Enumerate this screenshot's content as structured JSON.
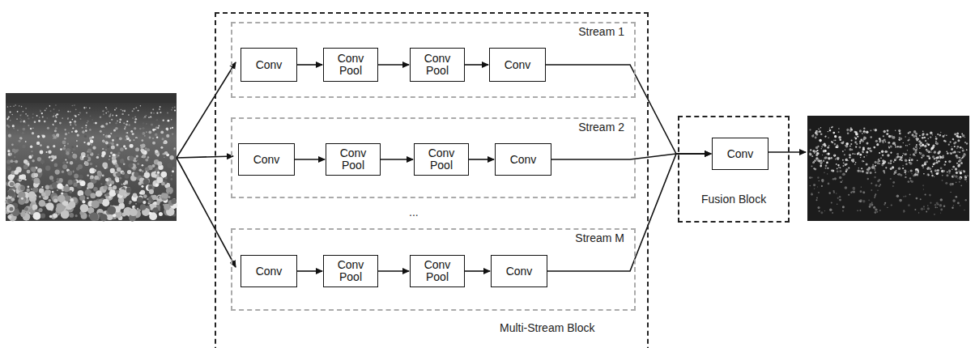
{
  "diagram": {
    "nodes": [
      {
        "text": [
          "Multi-Stream Block"
        ]
      },
      {
        "text": [
          "Stream 1"
        ],
        "in": 0
      },
      {
        "text": [
          "Conv"
        ],
        "in": 1
      },
      {
        "text": [
          "Conv Pool"
        ],
        "in": 1
      },
      {
        "text": [
          "Conv Pool"
        ],
        "in": 1
      },
      {
        "text": [
          "Conv"
        ],
        "in": 1
      },
      {
        "text": [
          "Stream 2"
        ],
        "in": 0
      },
      {
        "text": [
          "Conv"
        ],
        "in": 6
      },
      {
        "text": [
          "Conv Pool"
        ],
        "in": 6
      },
      {
        "text": [
          "Conv Pool"
        ],
        "in": 6
      },
      {
        "text": [
          "Conv"
        ],
        "in": 6
      },
      {
        "text": [
          "Stream M"
        ],
        "in": 0
      },
      {
        "text": [
          "Conv"
        ],
        "in": 11
      },
      {
        "text": [
          "Conv Pool"
        ],
        "in": 11
      },
      {
        "text": [
          "Conv Pool"
        ],
        "in": 11
      },
      {
        "text": [
          "Conv"
        ],
        "in": 11
      },
      {
        "text": [
          "Fusion Block"
        ]
      },
      {
        "text": [
          "Conv"
        ],
        "in": 16
      }
    ],
    "edges": [
      {
        "from": 2,
        "to": 3,
        "arrow": "to"
      },
      {
        "from": 3,
        "to": 4,
        "arrow": "to"
      },
      {
        "from": 4,
        "to": 5,
        "arrow": "to"
      },
      {
        "from": 7,
        "to": 8,
        "arrow": "to"
      },
      {
        "from": 8,
        "to": 9,
        "arrow": "to"
      },
      {
        "from": 9,
        "to": 10,
        "arrow": "to"
      },
      {
        "from": 12,
        "to": 13,
        "arrow": "to"
      },
      {
        "from": 13,
        "to": 14,
        "arrow": "to"
      },
      {
        "from": 14,
        "to": 15,
        "arrow": "to"
      },
      {
        "from": 5,
        "to": 17,
        "arrow": "to"
      },
      {
        "from": 10,
        "to": 17,
        "arrow": "to"
      },
      {
        "from": 15,
        "to": 17,
        "arrow": "to"
      }
    ],
    "labels": [
      "..."
    ]
  }
}
